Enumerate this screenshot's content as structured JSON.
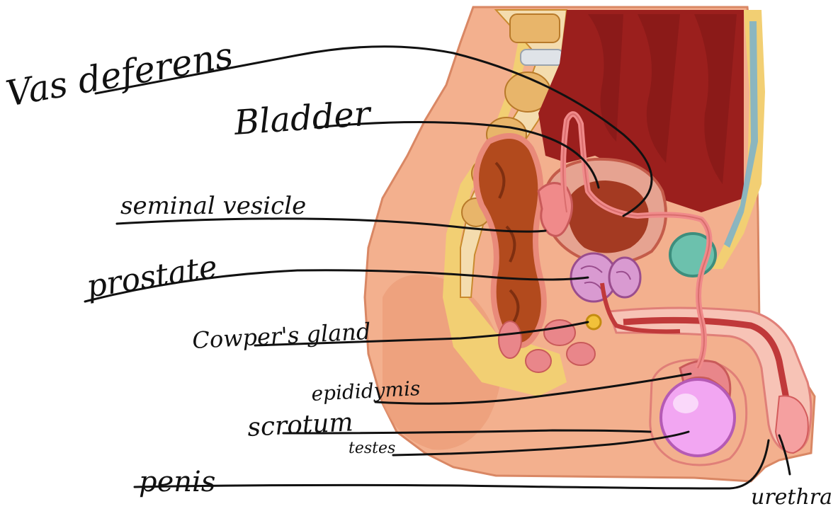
{
  "labels": {
    "vas_deferens": "Vas deferens",
    "bladder": "Bladder",
    "seminal_vesicle": "seminal vesicle",
    "prostate": "prostate",
    "cowpers_gland": "Cowper's gland",
    "epididymis": "epididymis",
    "scrotum": "scrotum",
    "testes": "testes",
    "penis": "penis",
    "urethra": "urethra"
  },
  "colors": {
    "ink": "#111111",
    "skin": "#f3b08e",
    "skin_dark": "#e08b67",
    "fat": "#f2cf73",
    "bone": "#f4dcae",
    "bone_marrow": "#c98a2e",
    "abdominal_cavity": "#9b1f1d",
    "intestine": "#b24a1d",
    "bladder": "#e6a391",
    "bladder_inner": "#a43a22",
    "prostate": "#d99ad1",
    "testis": "#f2a6f2",
    "tube": "#f08a8a",
    "muscle_red": "#d4473a",
    "symphysis": "#6cc1ad"
  }
}
